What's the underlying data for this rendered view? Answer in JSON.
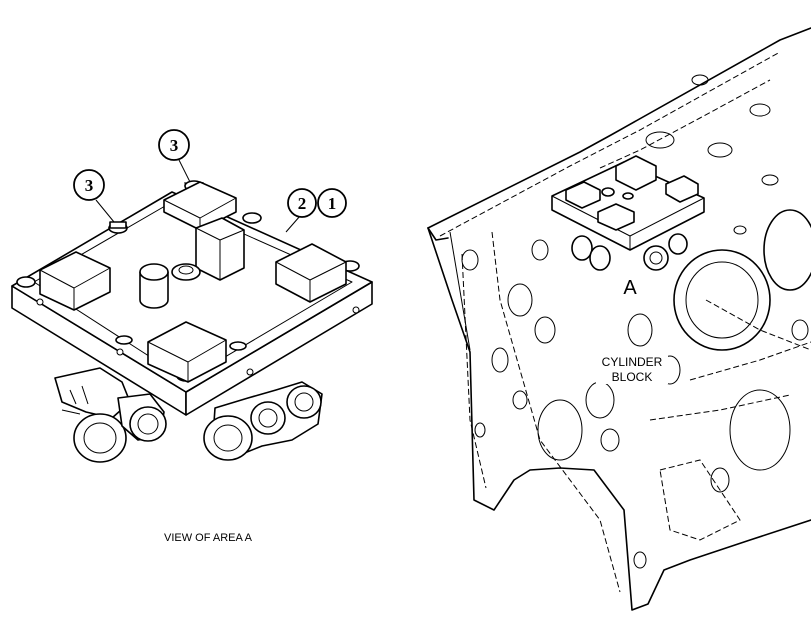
{
  "callouts": {
    "top_3": "3",
    "left_3": "3",
    "part_2": "2",
    "part_1": "1"
  },
  "labels": {
    "view_caption": "VIEW OF AREA A",
    "area_marker": "A",
    "block_line1": "CYLINDER",
    "block_line2": "BLOCK"
  }
}
